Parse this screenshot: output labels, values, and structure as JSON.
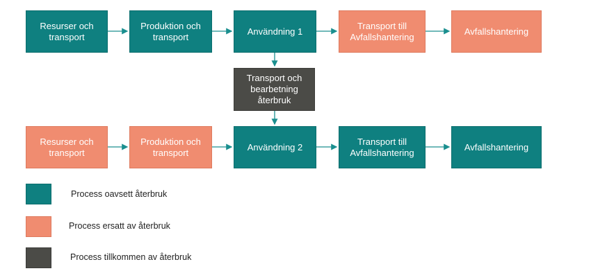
{
  "colors": {
    "teal": "#0f8080",
    "salmon": "#f08c70",
    "dark": "#4b4b47",
    "arrow": "#1a8f8f"
  },
  "row1": [
    {
      "label": "Resurser och\ntransport",
      "kind": "teal"
    },
    {
      "label": "Produktion och\ntransport",
      "kind": "teal"
    },
    {
      "label": "Användning 1",
      "kind": "teal"
    },
    {
      "label": "Transport till\nAvfallshantering",
      "kind": "salmon"
    },
    {
      "label": "Avfallshantering",
      "kind": "salmon"
    }
  ],
  "middle": {
    "label": "Transport  och\nbearbetning\nåterbruk",
    "kind": "dark"
  },
  "row2": [
    {
      "label": "Resurser och\ntransport",
      "kind": "salmon"
    },
    {
      "label": "Produktion och\ntransport",
      "kind": "salmon"
    },
    {
      "label": "Användning 2",
      "kind": "teal"
    },
    {
      "label": "Transport till\nAvfallshantering",
      "kind": "teal"
    },
    {
      "label": "Avfallshantering",
      "kind": "teal"
    }
  ],
  "legend": [
    {
      "label": "Process oavsett återbruk",
      "kind": "teal"
    },
    {
      "label": "Process ersatt av återbruk",
      "kind": "salmon"
    },
    {
      "label": "Process tillkommen av återbruk",
      "kind": "dark"
    }
  ]
}
